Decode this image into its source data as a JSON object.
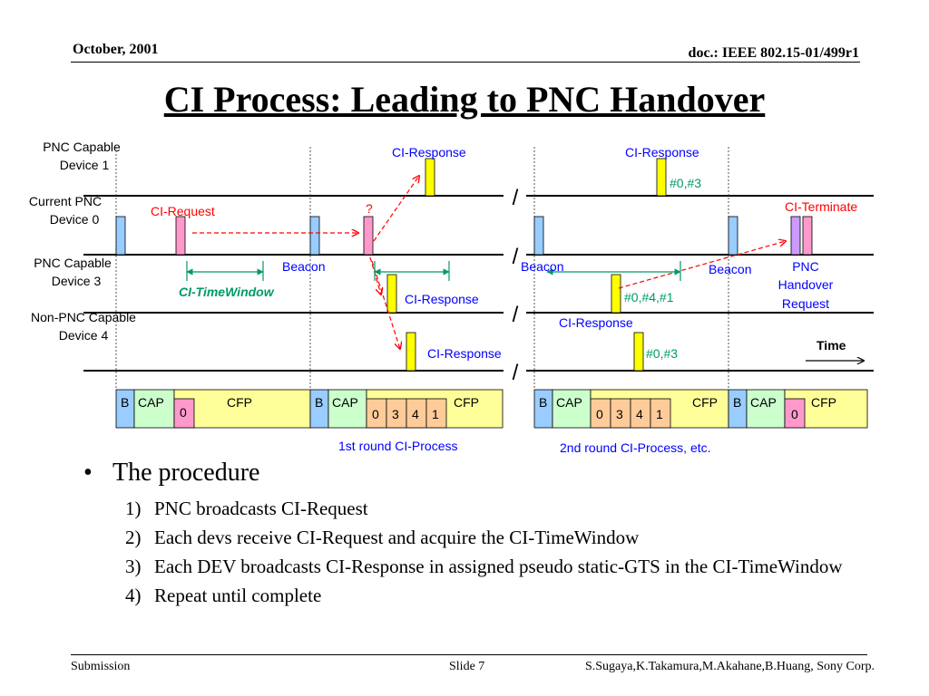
{
  "header": {
    "date": "October, 2001",
    "doc": "doc.: IEEE 802.15-01/499r1",
    "title": "CI Process: Leading to PNC Handover"
  },
  "diagram": {
    "devices": [
      {
        "line1": "PNC Capable",
        "line2": "Device 1"
      },
      {
        "line1": "Current PNC",
        "line2": "Device 0"
      },
      {
        "line1": "PNC Capable",
        "line2": "Device 3"
      },
      {
        "line1": "Non-PNC Capable",
        "line2": "Device 4"
      }
    ],
    "labels": {
      "ci_request": "CI-Request",
      "ci_response": "CI-Response",
      "ci_terminate": "CI-Terminate",
      "beacon": "Beacon",
      "ci_timewindow": "CI-TimeWindow",
      "question": "?",
      "gts_03": "#0,#3",
      "gts_041": "#0,#4,#1",
      "pnc_handover_1": "PNC",
      "pnc_handover_2": "Handover",
      "pnc_handover_3": "Request",
      "time": "Time",
      "break_mark": "/"
    },
    "frame": {
      "b": "B",
      "cap": "CAP",
      "cfp": "CFP",
      "slot_0": "0",
      "slot_3": "3",
      "slot_4": "4",
      "slot_1": "1"
    },
    "rounds": {
      "first": "1st round CI-Process",
      "second": "2nd round CI-Process, etc."
    },
    "colors": {
      "beacon": "#99ccff",
      "request": "#ff99cc",
      "response": "#ffff00",
      "terminate_purple": "#cc99ff",
      "cap": "#ccffcc",
      "cfp": "#ffff99",
      "slot": "#ffcc99",
      "red_text": "#ff0000",
      "blue_text": "#0000ff",
      "green_text": "#009966"
    }
  },
  "procedure": {
    "heading": "The procedure",
    "bullet": "•",
    "steps": [
      {
        "num": "1)",
        "text": "PNC broadcasts CI-Request"
      },
      {
        "num": "2)",
        "text": "Each devs receive CI-Request and acquire the CI-TimeWindow"
      },
      {
        "num": "3)",
        "text": "Each DEV broadcasts CI-Response in assigned pseudo static-GTS in the CI-TimeWindow"
      },
      {
        "num": "4)",
        "text": "Repeat until complete"
      }
    ]
  },
  "footer": {
    "left": "Submission",
    "slide": "Slide 7",
    "right": "S.Sugaya,K.Takamura,M.Akahane,B.Huang, Sony Corp."
  }
}
